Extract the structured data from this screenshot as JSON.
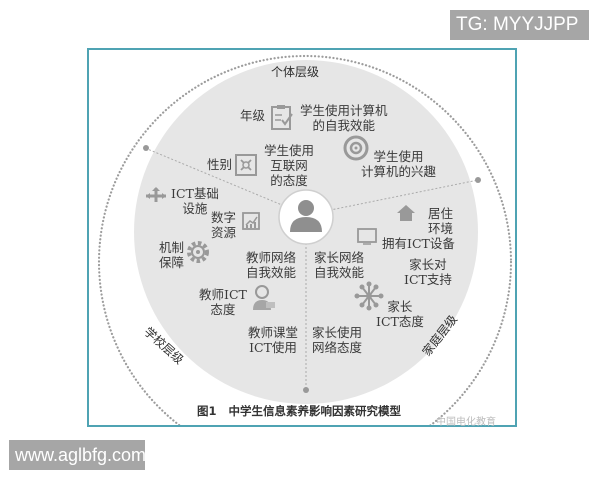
{
  "watermarks": {
    "top_right": "TG: MYYJJPP",
    "bottom_left": "www.aglbfg.com",
    "source": "中国电化教育"
  },
  "diagram": {
    "caption_number": "图1",
    "caption_title": "中学生信息素养影响因素研究模型",
    "center": {
      "icon": "person-icon"
    },
    "levels": {
      "individual": "个体层级",
      "school": "学校层级",
      "family": "家庭层级"
    },
    "individual_factors": [
      {
        "label": "年级",
        "icon": null
      },
      {
        "label": "学生使用计算机的自我效能",
        "line1": "学生使用计算机",
        "line2": "的自我效能",
        "icon": "clipboard-check-icon"
      },
      {
        "label": "性别",
        "icon": "gender-swap-icon"
      },
      {
        "label": "学生使用互联网的态度",
        "line1": "学生使用",
        "line2": "互联网",
        "line3": "的态度",
        "icon": null
      },
      {
        "label": "学生使用计算机的兴趣",
        "line1": "学生使用",
        "line2": "计算机的兴趣",
        "icon": "target-eye-icon"
      }
    ],
    "school_factors": [
      {
        "label": "ICT基础设施",
        "line1": "ICT基础",
        "line2": "设施",
        "icon": "network-hub-icon"
      },
      {
        "label": "数字资源",
        "line1": "数字",
        "line2": "资源",
        "icon": "chart-board-icon"
      },
      {
        "label": "机制保障",
        "line1": "机制",
        "line2": "保障",
        "icon": "gear-icon"
      },
      {
        "label": "教师网络自我效能",
        "line1": "教师网络",
        "line2": "自我效能",
        "icon": null
      },
      {
        "label": "教师ICT态度",
        "line1": "教师ICT",
        "line2": "态度",
        "icon": "teacher-icon"
      },
      {
        "label": "教师课堂ICT使用",
        "line1": "教师课堂",
        "line2": "ICT使用",
        "icon": null
      }
    ],
    "family_factors": [
      {
        "label": "居住环境",
        "line1": "居住",
        "line2": "环境",
        "icon": "house-icon"
      },
      {
        "label": "拥有ICT设备",
        "icon": "monitor-icon"
      },
      {
        "label": "家长网络自我效能",
        "line1": "家长网络",
        "line2": "自我效能",
        "icon": null
      },
      {
        "label": "家长对ICT支持",
        "line1": "家长对",
        "line2": "ICT支持",
        "icon": null
      },
      {
        "label": "家长ICT态度",
        "line1": "家长",
        "line2": "ICT态度",
        "icon": "network-node-icon"
      },
      {
        "label": "家长使用网络态度",
        "line1": "家长使用",
        "line2": "网络态度",
        "icon": null
      }
    ],
    "colors": {
      "frame_border": "#4fa3b3",
      "disc_fill": "#e6e6e6",
      "icon_gray": "#9a9a9a",
      "text": "#3a3a3a"
    }
  }
}
